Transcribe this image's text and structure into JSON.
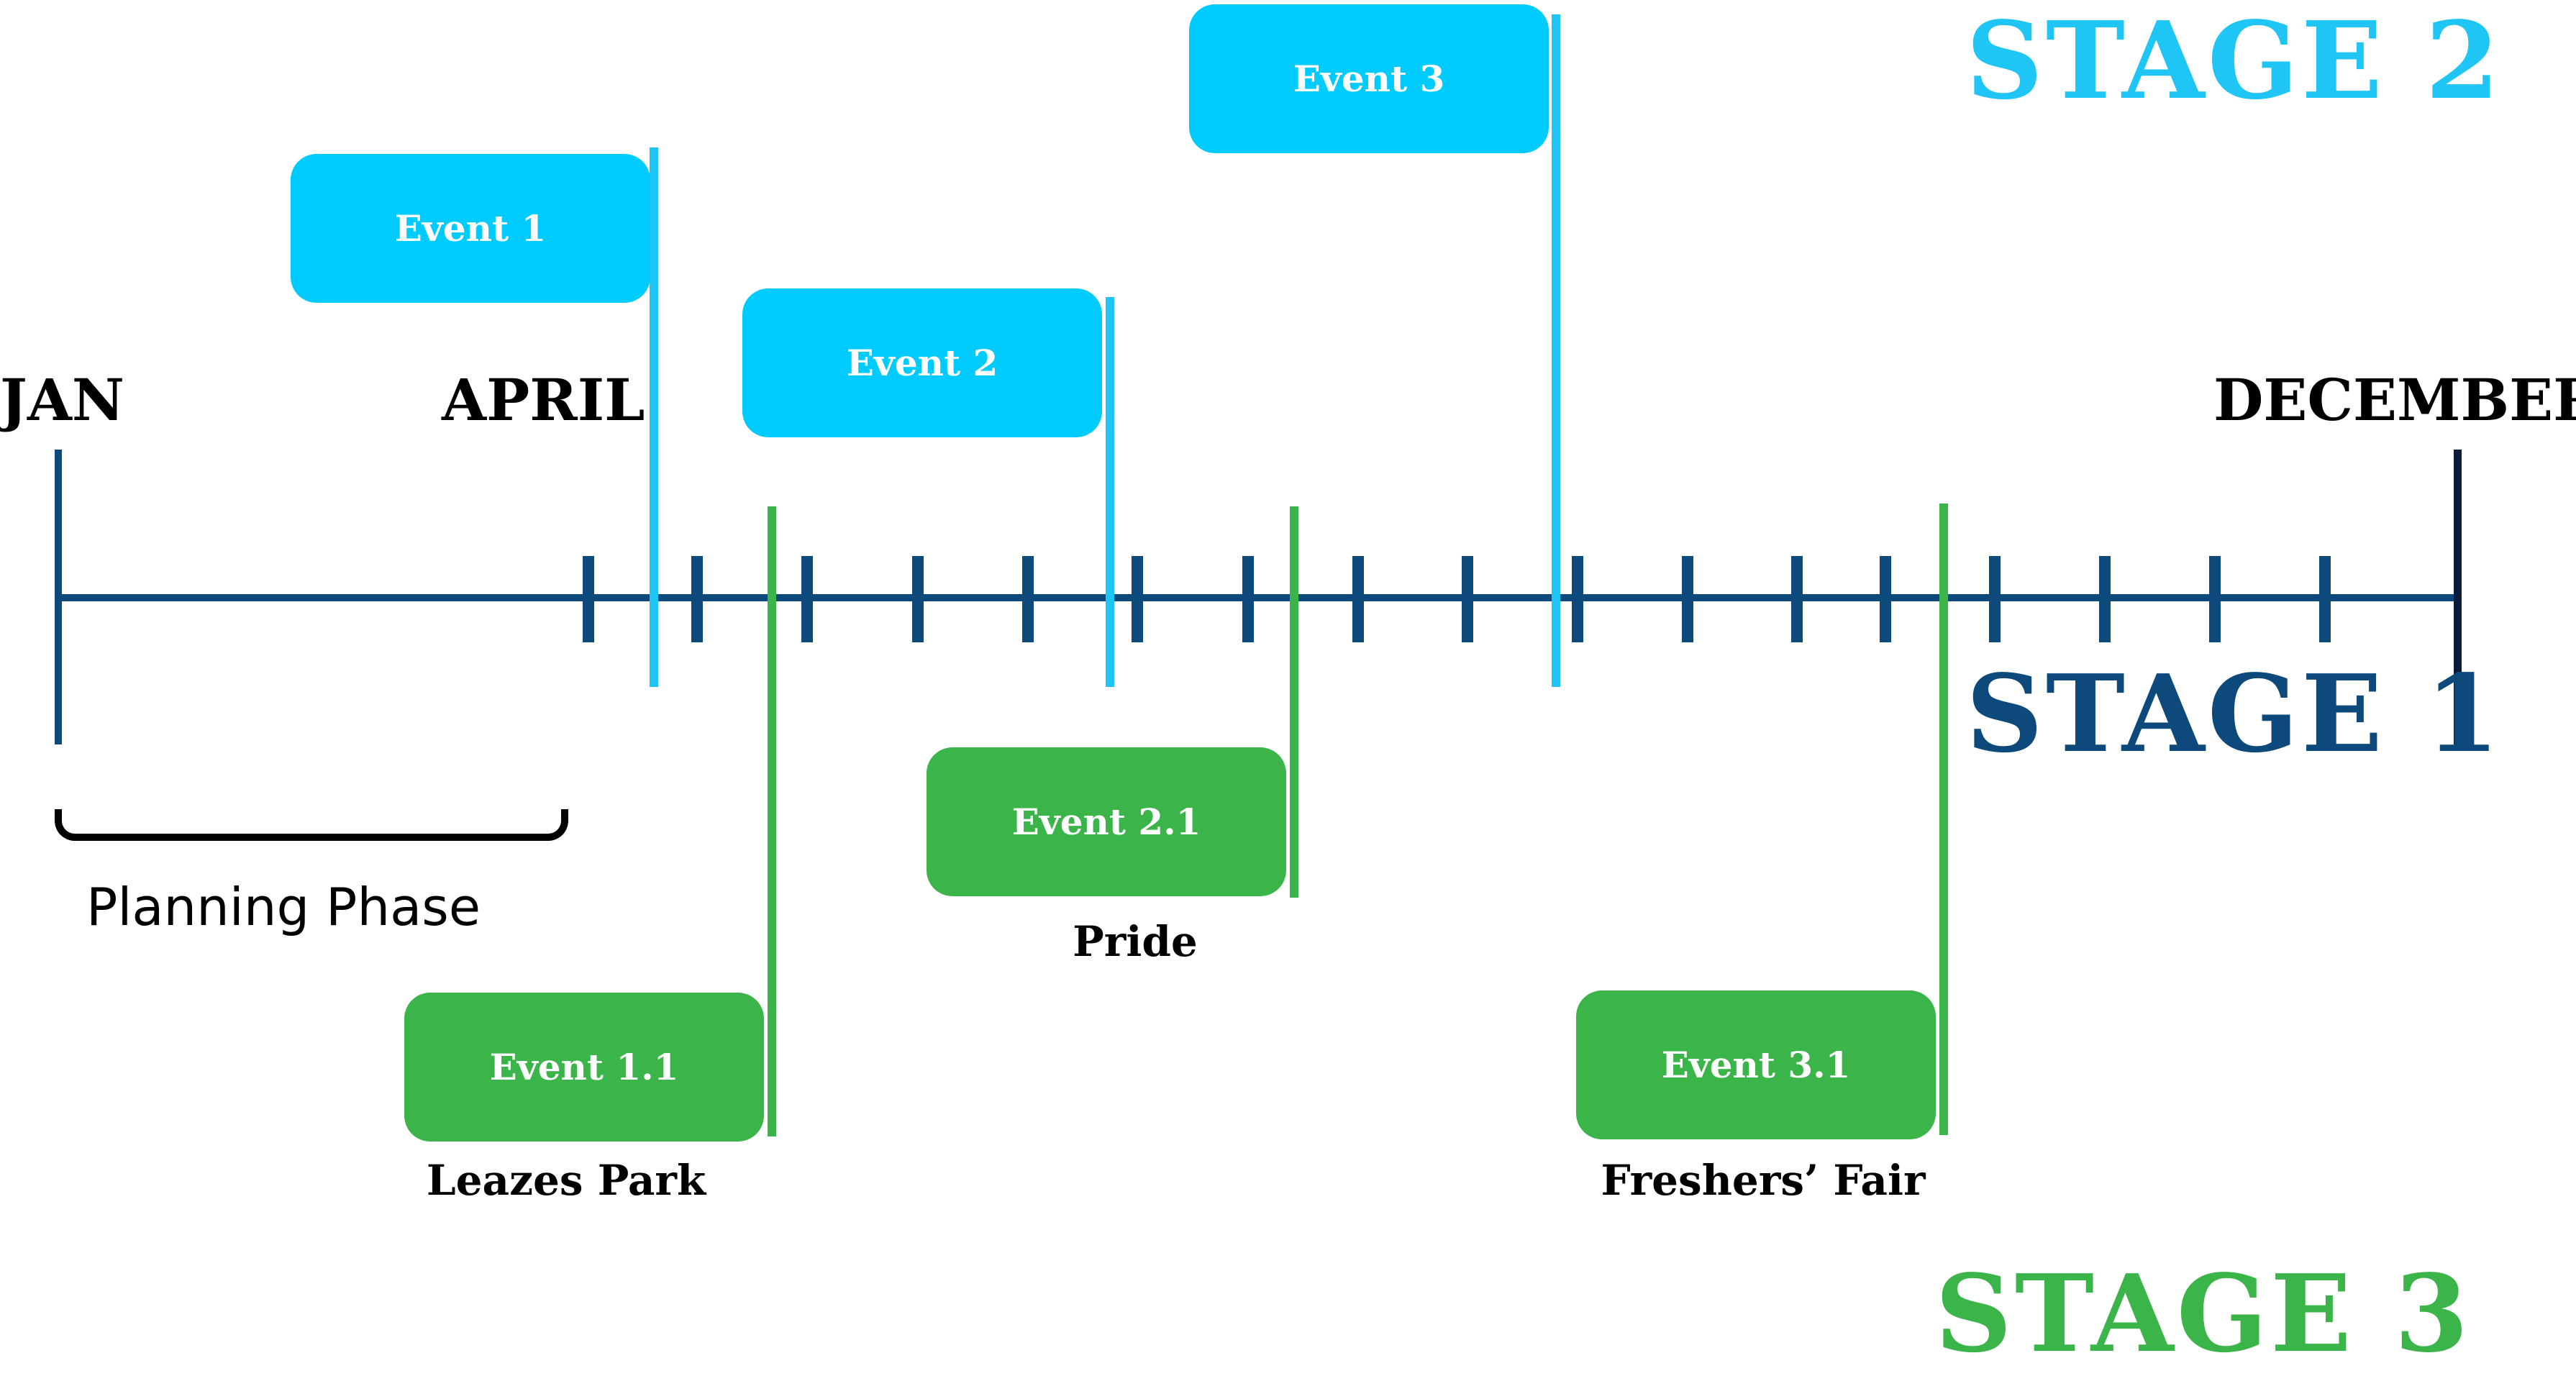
{
  "months": {
    "start": "JAN",
    "april": "APRIL",
    "end": "DECEMBER"
  },
  "stages": {
    "stage1": "STAGE 1",
    "stage2": "STAGE 2",
    "stage3": "STAGE 3"
  },
  "planning_phase": "Planning Phase",
  "stage2_events": [
    {
      "label": "Event 1"
    },
    {
      "label": "Event 2"
    },
    {
      "label": "Event 3"
    }
  ],
  "stage3_events": [
    {
      "label": "Event 1.1",
      "location": "Leazes Park"
    },
    {
      "label": "Event 2.1",
      "location": "Pride"
    },
    {
      "label": "Event 3.1",
      "location": "Freshers’ Fair"
    }
  ],
  "colors": {
    "timeline": "#0d4a7b",
    "stage2": "#00cbff",
    "stage3": "#3bb54a",
    "stage1_text": "#0d4a7b"
  }
}
